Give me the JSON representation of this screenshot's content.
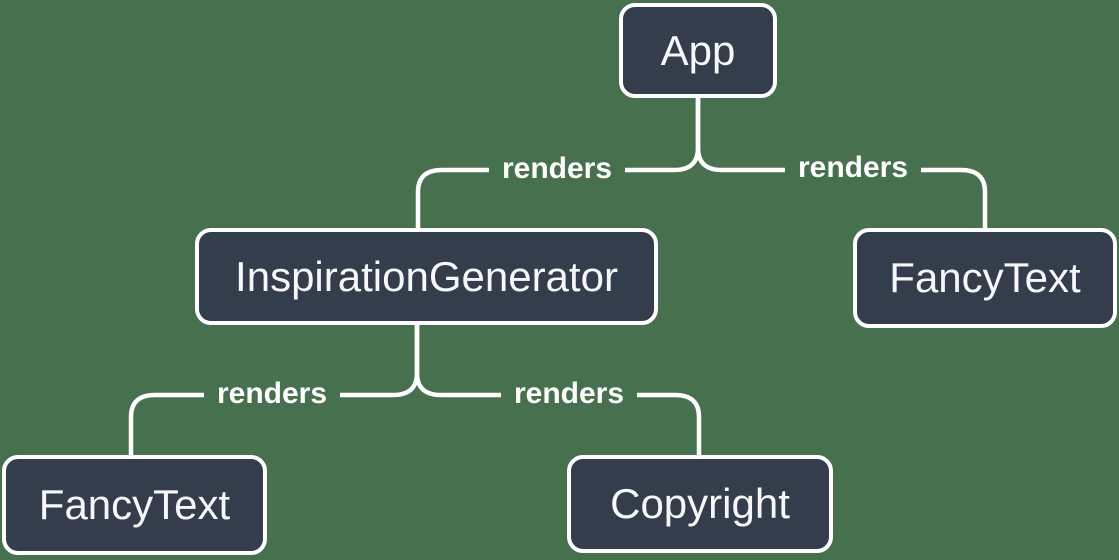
{
  "diagram": {
    "type": "component-render-tree",
    "colors": {
      "background": "#47704E",
      "node_fill": "#343D4C",
      "node_border": "#FFFFFF",
      "line": "#FFFFFF",
      "text": "#F6F7F9"
    },
    "nodes": [
      {
        "id": "app",
        "label": "App"
      },
      {
        "id": "inspiration-generator",
        "label": "InspirationGenerator"
      },
      {
        "id": "fancy-text-top",
        "label": "FancyText"
      },
      {
        "id": "fancy-text-bottom",
        "label": "FancyText"
      },
      {
        "id": "copyright",
        "label": "Copyright"
      }
    ],
    "edges": [
      {
        "from": "App",
        "to": "InspirationGenerator",
        "label": "renders"
      },
      {
        "from": "App",
        "to": "FancyText",
        "label": "renders"
      },
      {
        "from": "InspirationGenerator",
        "to": "FancyText",
        "label": "renders"
      },
      {
        "from": "InspirationGenerator",
        "to": "Copyright",
        "label": "renders"
      }
    ]
  }
}
